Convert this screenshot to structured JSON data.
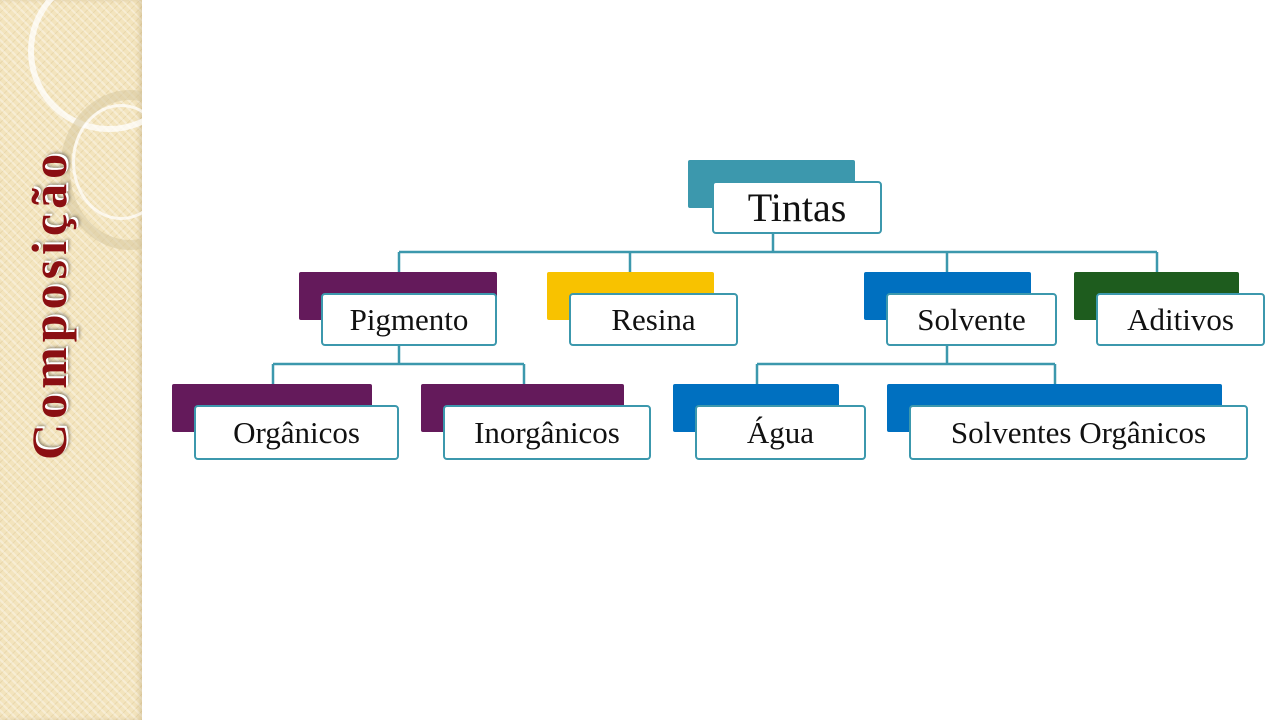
{
  "sidebar": {
    "title": "Composição"
  },
  "diagram": {
    "root": {
      "label": "Tintas",
      "color": "#3c98ad"
    },
    "level1": [
      {
        "label": "Pigmento",
        "color": "#641a5b"
      },
      {
        "label": "Resina",
        "color": "#f8c200"
      },
      {
        "label": "Solvente",
        "color": "#0070c0"
      },
      {
        "label": "Aditivos",
        "color": "#1e5c1e"
      }
    ],
    "level2": [
      {
        "label": "Orgânicos",
        "parent": "Pigmento",
        "color": "#641a5b"
      },
      {
        "label": "Inorgânicos",
        "parent": "Pigmento",
        "color": "#641a5b"
      },
      {
        "label": "Água",
        "parent": "Solvente",
        "color": "#0070c0"
      },
      {
        "label": "Solventes Orgânicos",
        "parent": "Solvente",
        "color": "#0070c0"
      }
    ],
    "connector_color": "#3c98ad"
  }
}
